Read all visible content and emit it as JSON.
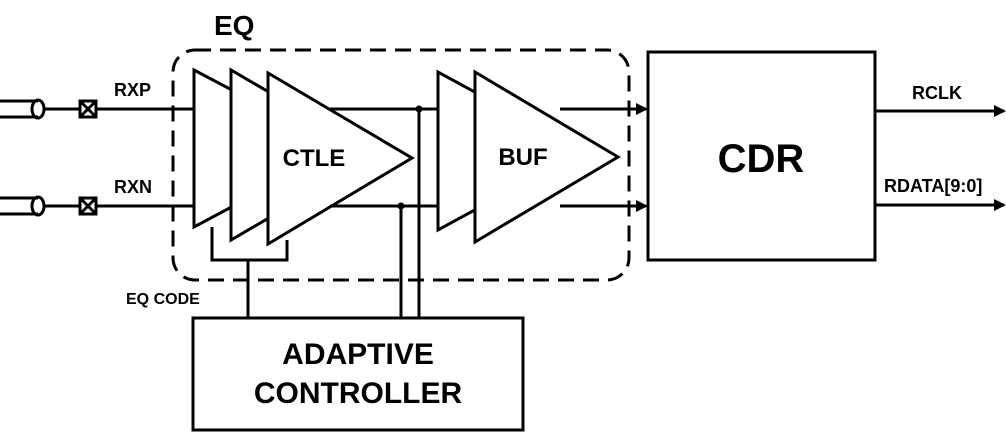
{
  "labels": {
    "eq": "EQ",
    "rxp": "RXP",
    "rxn": "RXN",
    "ctle": "CTLE",
    "buf": "BUF",
    "cdr": "CDR",
    "rclk": "RCLK",
    "rdata": "RDATA[9:0]",
    "eq_code": "EQ CODE",
    "adaptive_line1": "ADAPTIVE",
    "adaptive_line2": "CONTROLLER"
  }
}
